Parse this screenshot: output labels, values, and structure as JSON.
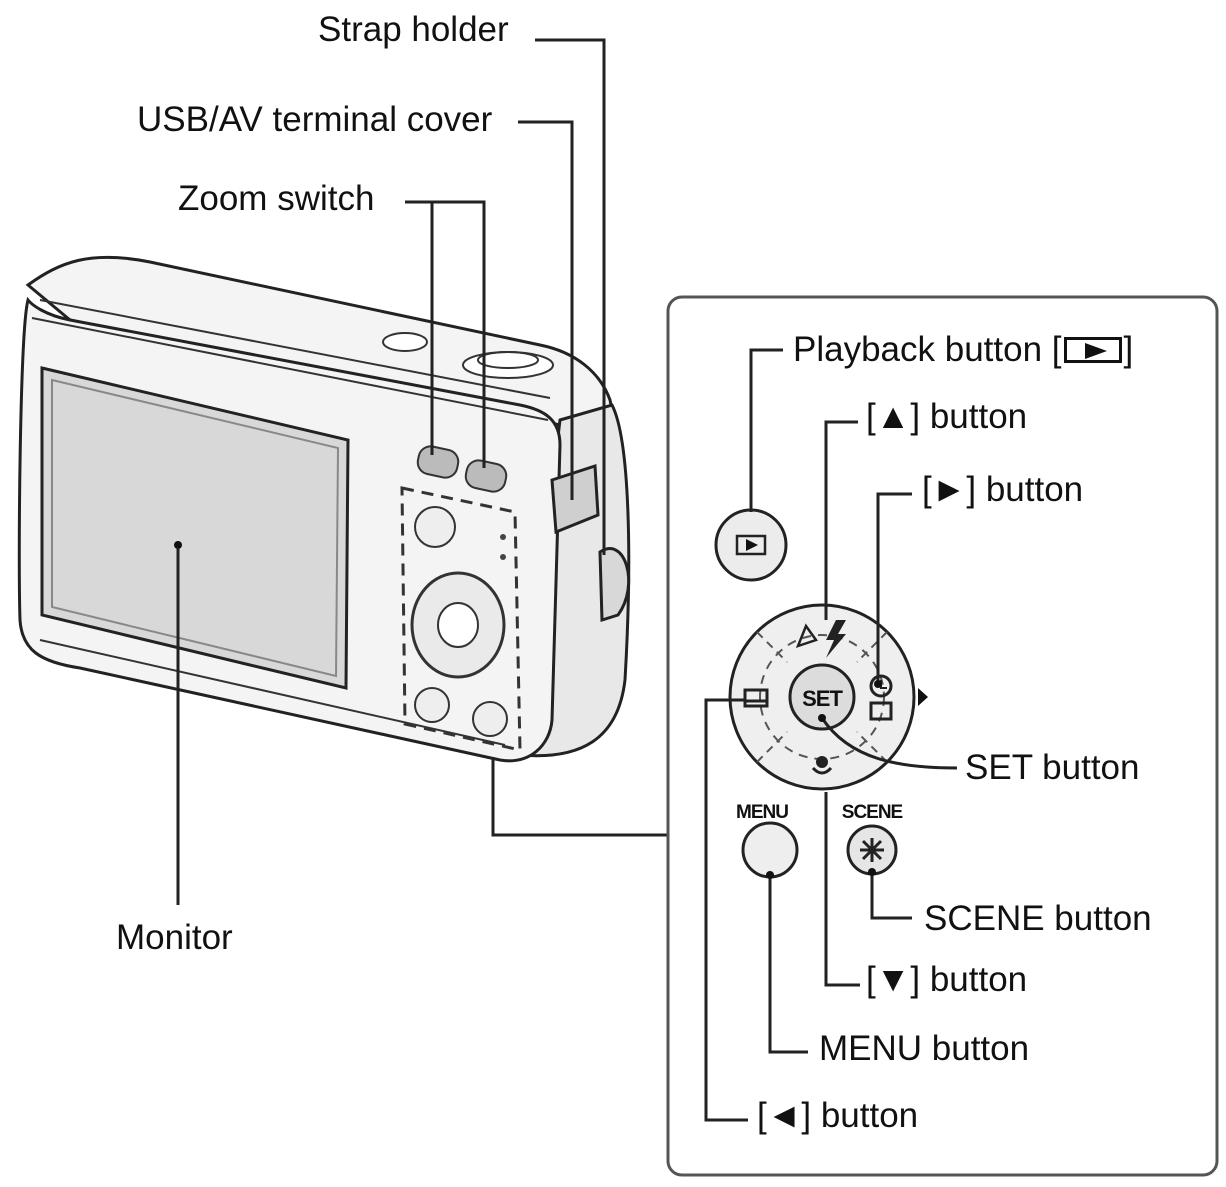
{
  "labels": {
    "strap_holder": "Strap holder",
    "usb_av_cover": "USB/AV terminal cover",
    "zoom_switch": "Zoom switch",
    "monitor": "Monitor",
    "playback_button_prefix": "Playback button [",
    "playback_button_suffix": "]",
    "up_button": "[▲] button",
    "right_button": "[►] button",
    "set_button": "SET button",
    "scene_button": "SCENE button",
    "down_button": "[▼] button",
    "menu_button": "MENU button",
    "left_button": "[◄] button"
  },
  "button_marks": {
    "set": "SET",
    "menu": "MENU",
    "scene": "SCENE"
  },
  "icons": {
    "playback": "playback-triangle-icon",
    "flash": "flash-icon",
    "self_timer": "self-timer-icon",
    "macro": "macro-flower-icon",
    "scene": "scene-star-icon",
    "display": "display-toggle-icon"
  },
  "colors": {
    "line": "#222222",
    "camera_body": "#f4f4f4",
    "monitor_screen": "#d8d8d8",
    "panel_border": "#555555"
  }
}
